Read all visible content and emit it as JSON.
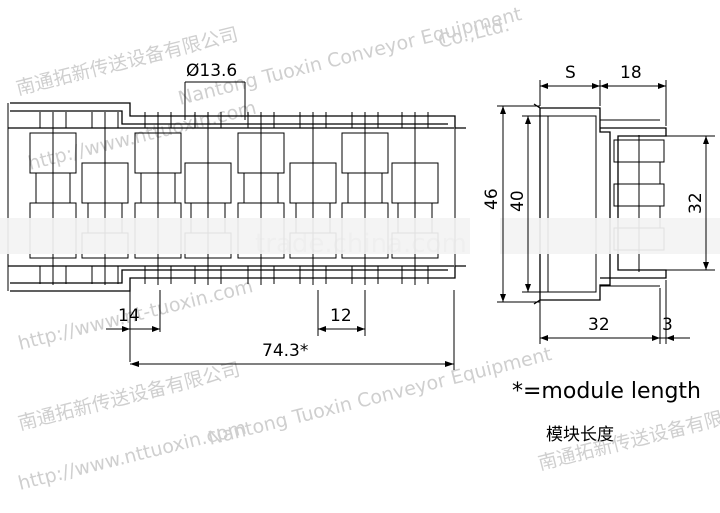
{
  "dimensions": {
    "diameter": "Ø13.6",
    "pitch_end": "14",
    "pitch_roller": "12",
    "module_length": "74.3*",
    "s_label": "S",
    "width_18": "18",
    "height_46": "46",
    "height_40": "40",
    "height_32": "32",
    "width_32": "32",
    "width_3": "3"
  },
  "legend": {
    "note": "*=module length",
    "note_cn": "模块长度"
  },
  "watermark": {
    "company_cn": "南通拓新传送设备有限公司",
    "company_en": "Co.,Ltd.",
    "site1": "http://www.nttuoxin.com",
    "name": "Nantong Tuoxin Conveyor Equipment",
    "site2": "http://www.nt-tuoxin.com",
    "stamp": "trade.china.com"
  }
}
